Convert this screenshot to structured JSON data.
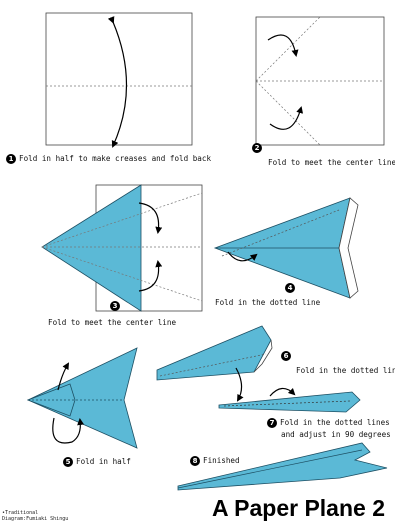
{
  "colors": {
    "paper": "#5bb9d6",
    "paper_edge": "#1d4f63",
    "line": "#000000",
    "dotted": "#666666"
  },
  "steps": [
    {
      "number": "1",
      "text": "Fold in half to make creases and fold back"
    },
    {
      "number": "2",
      "text": "Fold to meet the center line"
    },
    {
      "number": "3",
      "text": "Fold to meet the center line"
    },
    {
      "number": "4",
      "text": "Fold in the dotted line"
    },
    {
      "number": "5",
      "text": "Fold in half"
    },
    {
      "number": "6",
      "text": "Fold in the dotted line"
    },
    {
      "number": "7",
      "text": "Fold in the dotted lines",
      "text2": "and adjust in 90 degrees"
    },
    {
      "number": "8",
      "text": "Finished"
    }
  ],
  "title": "A Paper Plane 2",
  "credit": {
    "line1": "•Traditional",
    "line2": "Diagram:Fumiaki Shingu"
  }
}
